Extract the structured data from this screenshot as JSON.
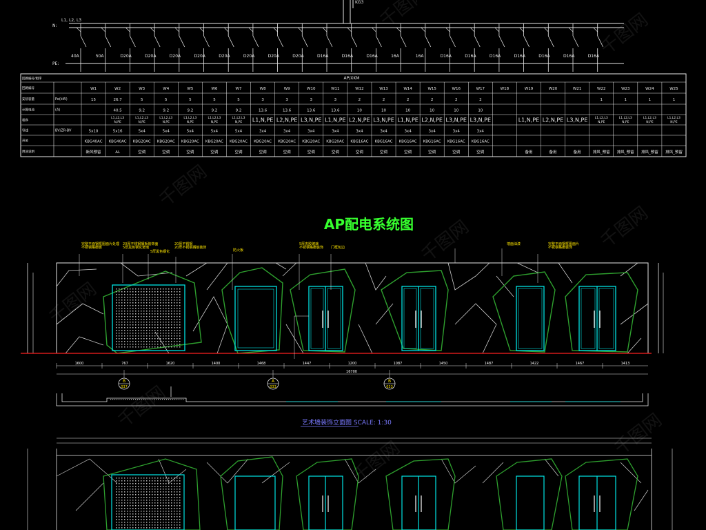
{
  "header": {
    "bus_phases": "L1, L2, L3",
    "n_label": "N:",
    "pe_label": "PE:",
    "top_fragment": "KG3"
  },
  "breakers": {
    "ratings": [
      "40A",
      "50A",
      "D20A",
      "D20A",
      "D20A",
      "D20A",
      "D20A",
      "D20A",
      "D20A",
      "D20A",
      "D16A",
      "D16A",
      "D16A",
      "16A",
      "16A",
      "D16A",
      "D16A",
      "D16A",
      "D16A",
      "D16A",
      "D16A",
      "D16A"
    ]
  },
  "circuit_table": {
    "panel_label": "AP/XKM",
    "row_headers": [
      "回路编号/相序",
      "回路编号",
      "安装容量",
      "计算电流",
      "相序",
      "导线",
      "开关",
      "用途说明"
    ],
    "row_units": [
      "",
      "",
      "Pe(kW)",
      "(A)",
      "",
      "BV/ZR-BV",
      "",
      ""
    ],
    "circuits": [
      "W1",
      "W2",
      "W3",
      "W4",
      "W5",
      "W6",
      "W7",
      "W8",
      "W9",
      "W10",
      "W11",
      "W12",
      "W13",
      "W14",
      "W15",
      "W16",
      "W17",
      "W18",
      "W19",
      "W20",
      "W21",
      "W22",
      "W23",
      "W24",
      "W25"
    ],
    "capacity": [
      "15",
      "26.7",
      "5",
      "5",
      "5",
      "5",
      "5",
      "3",
      "3",
      "3",
      "3",
      "2",
      "2",
      "2",
      "2",
      "2",
      "2",
      "",
      "",
      "",
      "",
      "1",
      "1",
      "1",
      "1"
    ],
    "current": [
      "",
      "40.5",
      "9.2",
      "9.2",
      "9.2",
      "9.2",
      "9.2",
      "13.6",
      "13.6",
      "13.6",
      "13.6",
      "10",
      "10",
      "10",
      "10",
      "10",
      "10",
      "",
      "",
      "",
      "",
      "",
      "",
      "",
      ""
    ],
    "phase": [
      "",
      "L1,L2,L3 N,PE",
      "L1,L2,L3 N,PE",
      "L1,L2,L3 N,PE",
      "L1,L2,L3 N,PE",
      "L1,L2,L3 N,PE",
      "L1,L2,L3 N,PE",
      "L1,N,PE",
      "L2,N,PE",
      "L3,N,PE",
      "L1,N,PE",
      "L2,N,PE",
      "L3,N,PE",
      "L1,N,PE",
      "L2,N,PE",
      "L3,N,PE",
      "L3,N,PE",
      "",
      "L1,N,PE",
      "L2,N,PE",
      "L3,N,PE",
      "L1,L2,L3 N,PE",
      "L1,L2,L3 N,PE",
      "L1,L2,L3 N,PE",
      "L1,L2,L3 N,PE"
    ],
    "wire": [
      "5x10",
      "5x16",
      "5x4",
      "5x4",
      "5x4",
      "5x4",
      "5x4",
      "3x4",
      "3x4",
      "3x4",
      "3x4",
      "3x4",
      "3x4",
      "3x4",
      "3x4",
      "3x4",
      "3x4",
      "",
      "",
      "",
      "",
      "",
      "",
      "",
      ""
    ],
    "switch": [
      "KBG40AC",
      "KBG40AC",
      "KBG20AC",
      "KBG20AC",
      "KBG20AC",
      "KBG20AC",
      "KBG20AC",
      "KBG20AC",
      "KBG20AC",
      "KBG20AC",
      "KBG20AC",
      "KBG16AC",
      "KBG16AC",
      "KBG16AC",
      "KBG16AC",
      "KBG16AC",
      "KBG16AC",
      "",
      "",
      "",
      "",
      "",
      "",
      "",
      ""
    ],
    "usage": [
      "新风预留",
      "AL",
      "空调",
      "空调",
      "空调",
      "空调",
      "空调",
      "空调",
      "空调",
      "空调",
      "空调",
      "空调",
      "空调",
      "空调",
      "空调",
      "空调",
      "空调",
      "",
      "备用",
      "备用",
      "备用",
      "排风_预留",
      "排风_预留",
      "排风_预留",
      "排风_预留"
    ]
  },
  "section_title": "AP配电系统图",
  "elevation": {
    "subtitle": "艺术墙装饰立面图 SCALE: 1:30",
    "callouts_left": [
      "完整平面钢框图面片处理",
      "不锈钢格栅板",
      "20厚不锈钢搁板装饰面",
      "5厚黑色钢化玻璃",
      "5厚黑色钢化",
      "20厚不锈钢",
      "20厚不锈钢搁板装饰",
      "防火板",
      "5厚夹胶玻璃",
      "不锈钢格栅装饰",
      "门框包边"
    ],
    "callouts_right": [
      "墙面油漆",
      "完整平面钢框图面片",
      "不锈钢格栅装饰"
    ],
    "bottom_dims": [
      "1600",
      "767",
      "1620",
      "1400",
      "1468",
      "1447",
      "1200",
      "1087",
      "1450",
      "1487",
      "1422",
      "1467",
      "1413"
    ],
    "total_dim": "16700",
    "section_tags": [
      {
        "letter": "B",
        "sheet": "037"
      },
      {
        "letter": "A",
        "sheet": "033"
      },
      {
        "letter": "B",
        "sheet": "033"
      }
    ]
  },
  "watermark_text": "千图网",
  "colors": {
    "background": "#000000",
    "line_white": "#e8e8e8",
    "title_green": "#36ff2e",
    "panel_green": "#2ea02e",
    "door_cyan": "#00e5e5",
    "floor_red": "#ff2020",
    "callout_yellow": "#ffe600",
    "subtitle_blue": "#7a7aff"
  }
}
